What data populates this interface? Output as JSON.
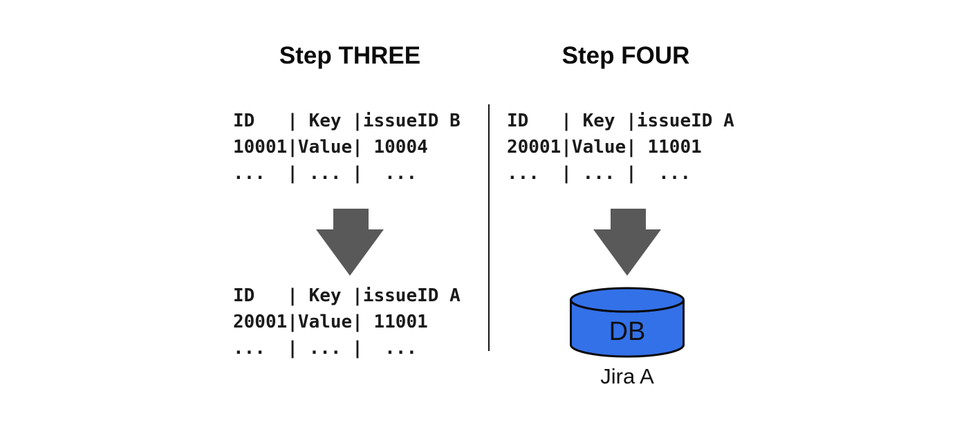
{
  "diagram": {
    "background_color": "#ffffff",
    "divider_color": "#141414",
    "arrow_color": "#595959",
    "step_three": {
      "title": "Step THREE",
      "table_before": {
        "rows": [
          "ID   | Key |issueID B",
          "10001|Value| 10004",
          "...  | ... |  ..."
        ]
      },
      "table_after": {
        "rows": [
          "ID   | Key |issueID A",
          "20001|Value| 11001",
          "...  | ... |  ..."
        ]
      }
    },
    "step_four": {
      "title": "Step FOUR",
      "table": {
        "rows": [
          "ID   | Key |issueID A",
          "20001|Value| 11001",
          "...  | ... |  ..."
        ]
      },
      "database": {
        "label": "DB",
        "caption": "Jira A",
        "fill_color": "#3371e9",
        "stroke_color": "#0a0a0a"
      }
    }
  }
}
